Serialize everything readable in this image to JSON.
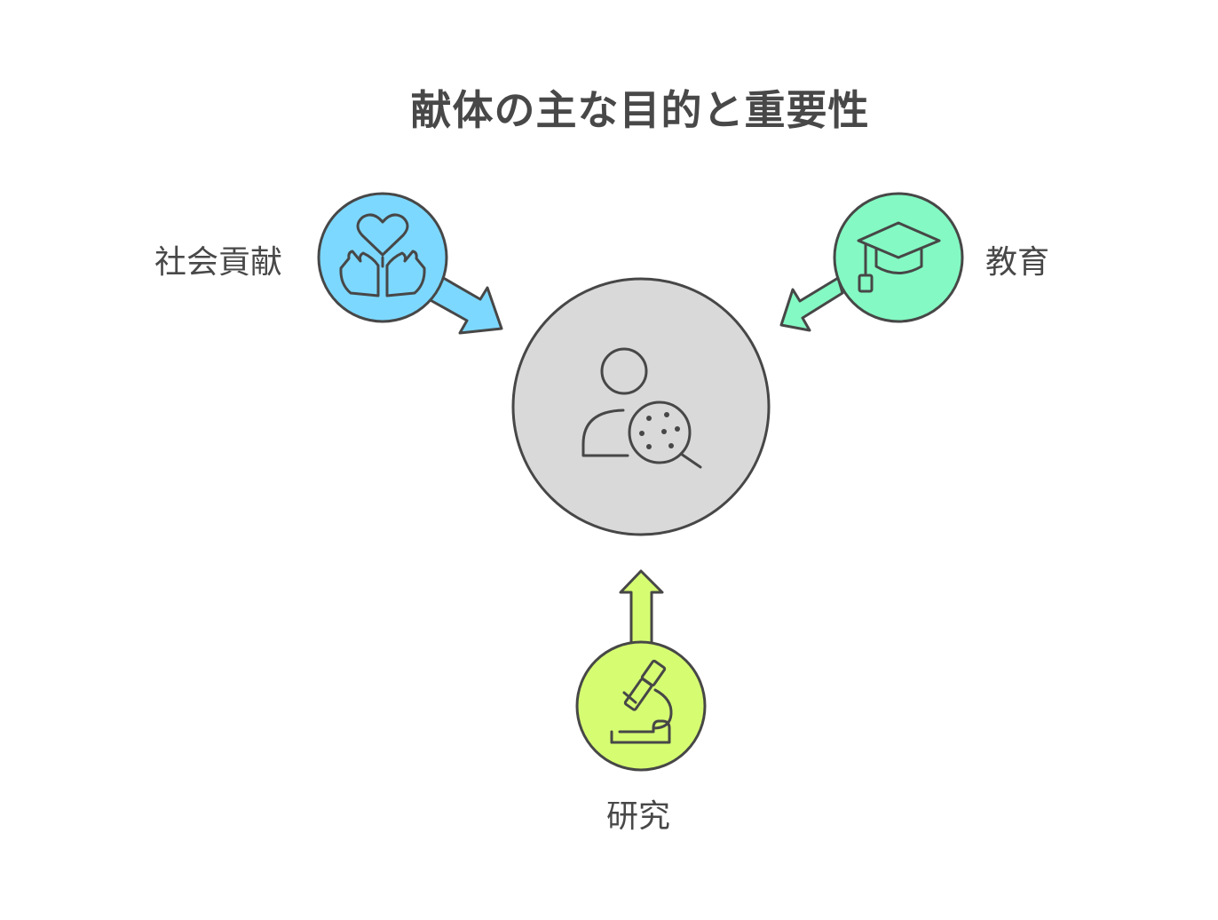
{
  "title": "献体の主な目的と重要性",
  "center": {
    "icon": "person-research-icon",
    "color": "#d9d9d9"
  },
  "nodes": [
    {
      "id": "social",
      "label": "社会貢献",
      "icon": "heart-hands-icon",
      "color": "#7dd8ff"
    },
    {
      "id": "education",
      "label": "教育",
      "icon": "graduation-cap-icon",
      "color": "#84f9c3"
    },
    {
      "id": "research",
      "label": "研究",
      "icon": "microscope-icon",
      "color": "#d6fd72"
    }
  ],
  "stroke_color": "#474747"
}
